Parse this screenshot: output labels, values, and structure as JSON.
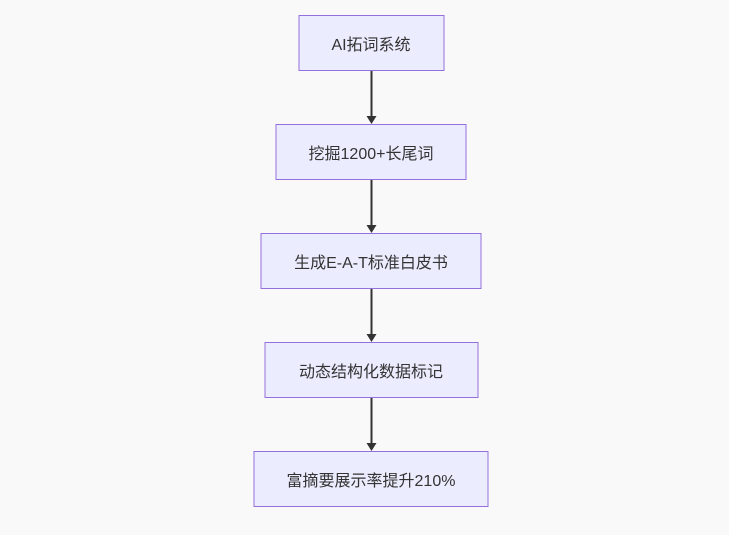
{
  "diagram": {
    "type": "flowchart",
    "direction": "top-down",
    "nodes": [
      {
        "label": "AI拓词系统"
      },
      {
        "label": "挖掘1200+长尾词"
      },
      {
        "label": "生成E-A-T标准白皮书"
      },
      {
        "label": "动态结构化数据标记"
      },
      {
        "label": "富摘要展示率提升210%"
      }
    ],
    "edges": [
      {
        "from": 0,
        "to": 1
      },
      {
        "from": 1,
        "to": 2
      },
      {
        "from": 2,
        "to": 3
      },
      {
        "from": 3,
        "to": 4
      }
    ],
    "colors": {
      "node_fill": "#ECECFF",
      "node_border": "#9370DB",
      "arrow": "#333333",
      "text": "#333333",
      "background": "#F9F9F9"
    }
  }
}
